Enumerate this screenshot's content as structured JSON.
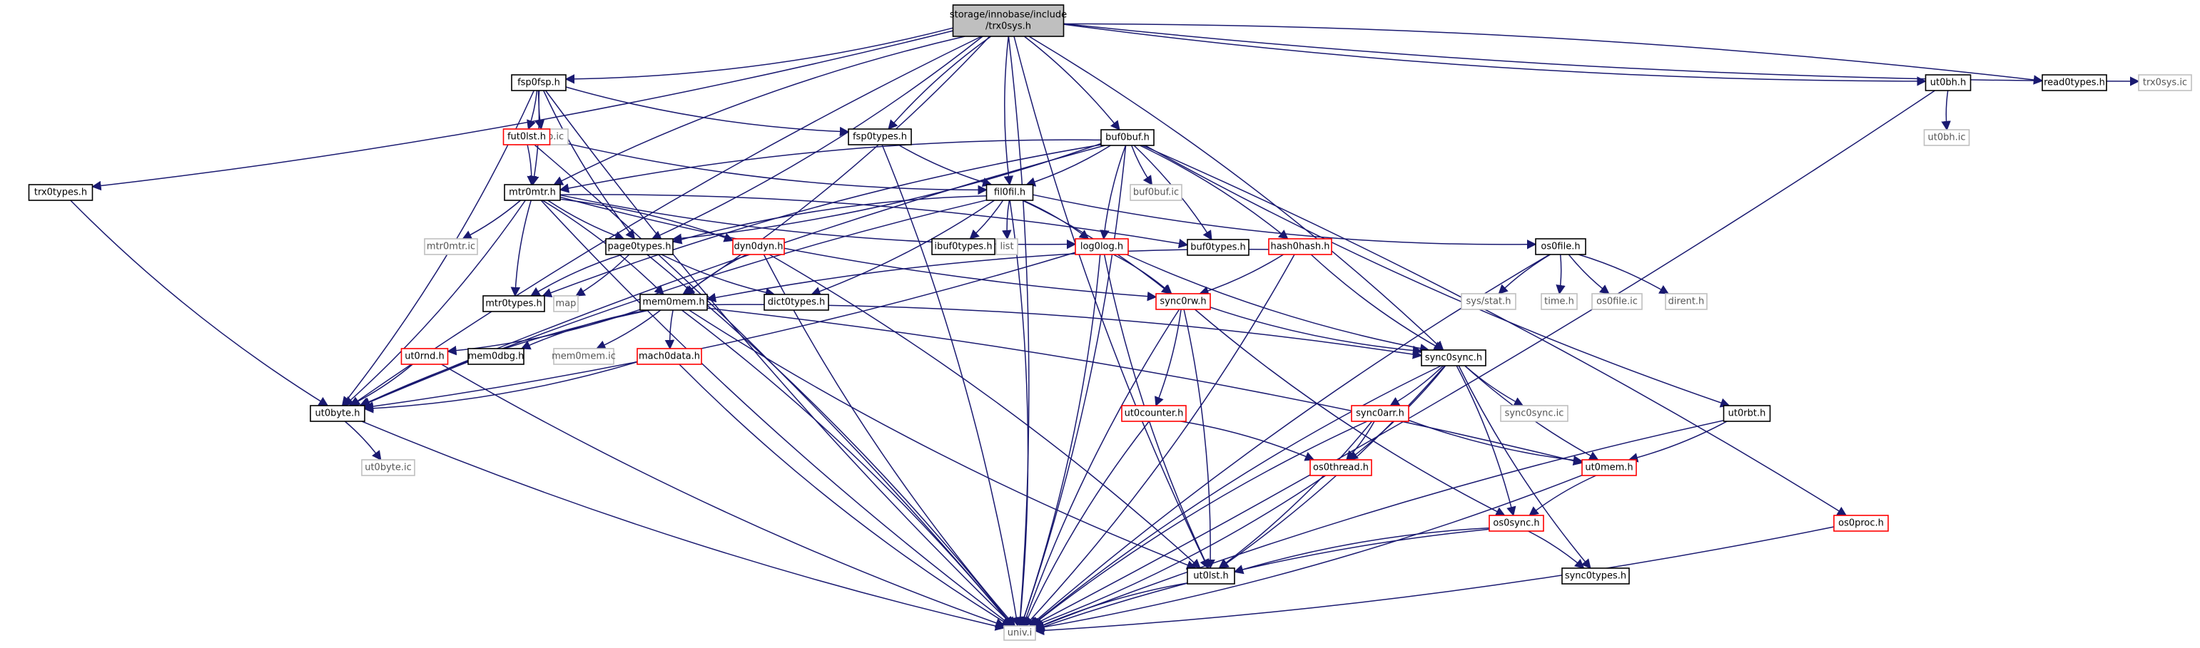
{
  "graph": {
    "nodes": [
      {
        "id": "trx0sys_h",
        "label": "storage/innobase/include\n/trx0sys.h",
        "style": "root"
      },
      {
        "id": "fsp0fsp_h",
        "label": "fsp0fsp.h",
        "style": "normal"
      },
      {
        "id": "fsp0fsp_ic",
        "label": "fsp0fsp.ic",
        "style": "ghost"
      },
      {
        "id": "fut0lst_h",
        "label": "fut0lst.h",
        "style": "red"
      },
      {
        "id": "fsp0types_h",
        "label": "fsp0types.h",
        "style": "normal"
      },
      {
        "id": "buf0buf_h",
        "label": "buf0buf.h",
        "style": "normal"
      },
      {
        "id": "ut0bh_h",
        "label": "ut0bh.h",
        "style": "normal"
      },
      {
        "id": "read0types_h",
        "label": "read0types.h",
        "style": "normal"
      },
      {
        "id": "trx0sys_ic",
        "label": "trx0sys.ic",
        "style": "ghost"
      },
      {
        "id": "ut0bh_ic",
        "label": "ut0bh.ic",
        "style": "ghost"
      },
      {
        "id": "trx0types_h",
        "label": "trx0types.h",
        "style": "normal"
      },
      {
        "id": "mtr0mtr_h",
        "label": "mtr0mtr.h",
        "style": "normal"
      },
      {
        "id": "buf0buf_ic",
        "label": "buf0buf.ic",
        "style": "ghost"
      },
      {
        "id": "fil0fil_h",
        "label": "fil0fil.h",
        "style": "normal"
      },
      {
        "id": "hash0hash_h",
        "label": "hash0hash.h",
        "style": "red"
      },
      {
        "id": "mtr0mtr_ic",
        "label": "mtr0mtr.ic",
        "style": "ghost"
      },
      {
        "id": "page0types_h",
        "label": "page0types.h",
        "style": "normal"
      },
      {
        "id": "dyn0dyn_h",
        "label": "dyn0dyn.h",
        "style": "red"
      },
      {
        "id": "ibuf0types_h",
        "label": "ibuf0types.h",
        "style": "normal"
      },
      {
        "id": "list",
        "label": "list",
        "style": "ghost"
      },
      {
        "id": "log0log_h",
        "label": "log0log.h",
        "style": "red"
      },
      {
        "id": "buf0types_h",
        "label": "buf0types.h",
        "style": "normal"
      },
      {
        "id": "os0file_h",
        "label": "os0file.h",
        "style": "normal"
      },
      {
        "id": "mtr0types_h",
        "label": "mtr0types.h",
        "style": "normal"
      },
      {
        "id": "map",
        "label": "map",
        "style": "ghost"
      },
      {
        "id": "mem0mem_h",
        "label": "mem0mem.h",
        "style": "normal"
      },
      {
        "id": "dict0types_h",
        "label": "dict0types.h",
        "style": "normal"
      },
      {
        "id": "sync0rw_h",
        "label": "sync0rw.h",
        "style": "red"
      },
      {
        "id": "sys_stat_h",
        "label": "sys/stat.h",
        "style": "ghost"
      },
      {
        "id": "time_h",
        "label": "time.h",
        "style": "ghost"
      },
      {
        "id": "os0file_ic",
        "label": "os0file.ic",
        "style": "ghost"
      },
      {
        "id": "dirent_h",
        "label": "dirent.h",
        "style": "ghost"
      },
      {
        "id": "ut0rnd_h",
        "label": "ut0rnd.h",
        "style": "red"
      },
      {
        "id": "mem0dbg_h",
        "label": "mem0dbg.h",
        "style": "normal"
      },
      {
        "id": "mem0mem_ic",
        "label": "mem0mem.ic",
        "style": "ghost"
      },
      {
        "id": "mach0data_h",
        "label": "mach0data.h",
        "style": "red"
      },
      {
        "id": "sync0sync_h",
        "label": "sync0sync.h",
        "style": "normal"
      },
      {
        "id": "ut0byte_h",
        "label": "ut0byte.h",
        "style": "normal"
      },
      {
        "id": "ut0counter_h",
        "label": "ut0counter.h",
        "style": "red"
      },
      {
        "id": "sync0arr_h",
        "label": "sync0arr.h",
        "style": "red"
      },
      {
        "id": "sync0sync_ic",
        "label": "sync0sync.ic",
        "style": "ghost"
      },
      {
        "id": "ut0rbt_h",
        "label": "ut0rbt.h",
        "style": "normal"
      },
      {
        "id": "ut0byte_ic",
        "label": "ut0byte.ic",
        "style": "ghost"
      },
      {
        "id": "os0thread_h",
        "label": "os0thread.h",
        "style": "red"
      },
      {
        "id": "ut0mem_h",
        "label": "ut0mem.h",
        "style": "red"
      },
      {
        "id": "os0sync_h",
        "label": "os0sync.h",
        "style": "red"
      },
      {
        "id": "os0proc_h",
        "label": "os0proc.h",
        "style": "red"
      },
      {
        "id": "ut0lst_h",
        "label": "ut0lst.h",
        "style": "normal"
      },
      {
        "id": "sync0types_h",
        "label": "sync0types.h",
        "style": "normal"
      },
      {
        "id": "univ_i",
        "label": "univ.i",
        "style": "ghost"
      }
    ],
    "edges": [
      [
        "trx0sys_h",
        "fsp0fsp_h"
      ],
      [
        "trx0sys_h",
        "fsp0types_h"
      ],
      [
        "trx0sys_h",
        "buf0buf_h"
      ],
      [
        "trx0sys_h",
        "ut0bh_h"
      ],
      [
        "trx0sys_h",
        "read0types_h"
      ],
      [
        "trx0sys_h",
        "trx0sys_ic"
      ],
      [
        "trx0sys_h",
        "trx0types_h"
      ],
      [
        "trx0sys_h",
        "mtr0mtr_h"
      ],
      [
        "trx0sys_h",
        "page0types_h"
      ],
      [
        "trx0sys_h",
        "fil0fil_h"
      ],
      [
        "trx0sys_h",
        "mem0mem_h"
      ],
      [
        "trx0sys_h",
        "ut0byte_h"
      ],
      [
        "trx0sys_h",
        "sync0sync_h"
      ],
      [
        "trx0sys_h",
        "ut0lst_h"
      ],
      [
        "trx0sys_h",
        "univ_i"
      ],
      [
        "fsp0fsp_h",
        "fsp0fsp_ic"
      ],
      [
        "fsp0fsp_h",
        "fut0lst_h"
      ],
      [
        "fsp0fsp_h",
        "fsp0types_h"
      ],
      [
        "fsp0fsp_h",
        "mtr0mtr_h"
      ],
      [
        "fsp0fsp_h",
        "page0types_h"
      ],
      [
        "fsp0fsp_h",
        "ut0byte_h"
      ],
      [
        "fsp0fsp_h",
        "univ_i"
      ],
      [
        "fut0lst_h",
        "mtr0mtr_h"
      ],
      [
        "fut0lst_h",
        "fil0fil_h"
      ],
      [
        "fut0lst_h",
        "univ_i"
      ],
      [
        "fsp0types_h",
        "fil0fil_h"
      ],
      [
        "fsp0types_h",
        "univ_i"
      ],
      [
        "buf0buf_h",
        "buf0buf_ic"
      ],
      [
        "buf0buf_h",
        "fil0fil_h"
      ],
      [
        "buf0buf_h",
        "mtr0mtr_h"
      ],
      [
        "buf0buf_h",
        "hash0hash_h"
      ],
      [
        "buf0buf_h",
        "log0log_h"
      ],
      [
        "buf0buf_h",
        "buf0types_h"
      ],
      [
        "buf0buf_h",
        "ut0rbt_h"
      ],
      [
        "buf0buf_h",
        "os0proc_h"
      ],
      [
        "buf0buf_h",
        "mtr0types_h"
      ],
      [
        "buf0buf_h",
        "page0types_h"
      ],
      [
        "buf0buf_h",
        "ut0byte_h"
      ],
      [
        "buf0buf_h",
        "univ_i"
      ],
      [
        "ut0bh_h",
        "ut0bh_ic"
      ],
      [
        "ut0bh_h",
        "univ_i"
      ],
      [
        "trx0types_h",
        "ut0byte_h"
      ],
      [
        "mtr0mtr_h",
        "mtr0mtr_ic"
      ],
      [
        "mtr0mtr_h",
        "page0types_h"
      ],
      [
        "mtr0mtr_h",
        "dyn0dyn_h"
      ],
      [
        "mtr0mtr_h",
        "log0log_h"
      ],
      [
        "mtr0mtr_h",
        "buf0types_h"
      ],
      [
        "mtr0mtr_h",
        "mtr0types_h"
      ],
      [
        "mtr0mtr_h",
        "mem0mem_h"
      ],
      [
        "mtr0mtr_h",
        "sync0rw_h"
      ],
      [
        "mtr0mtr_h",
        "ut0byte_h"
      ],
      [
        "mtr0mtr_h",
        "univ_i"
      ],
      [
        "fil0fil_h",
        "ibuf0types_h"
      ],
      [
        "fil0fil_h",
        "list"
      ],
      [
        "fil0fil_h",
        "log0log_h"
      ],
      [
        "fil0fil_h",
        "os0file_h"
      ],
      [
        "fil0fil_h",
        "dict0types_h"
      ],
      [
        "fil0fil_h",
        "page0types_h"
      ],
      [
        "fil0fil_h",
        "sync0rw_h"
      ],
      [
        "fil0fil_h",
        "ut0byte_h"
      ],
      [
        "fil0fil_h",
        "univ_i"
      ],
      [
        "hash0hash_h",
        "mem0mem_h"
      ],
      [
        "hash0hash_h",
        "sync0rw_h"
      ],
      [
        "hash0hash_h",
        "sync0sync_h"
      ],
      [
        "hash0hash_h",
        "univ_i"
      ],
      [
        "page0types_h",
        "mtr0types_h"
      ],
      [
        "page0types_h",
        "map"
      ],
      [
        "page0types_h",
        "dict0types_h"
      ],
      [
        "page0types_h",
        "univ_i"
      ],
      [
        "dyn0dyn_h",
        "mem0mem_h"
      ],
      [
        "dyn0dyn_h",
        "ut0lst_h"
      ],
      [
        "dyn0dyn_h",
        "univ_i"
      ],
      [
        "log0log_h",
        "sync0rw_h"
      ],
      [
        "log0log_h",
        "sync0sync_h"
      ],
      [
        "log0log_h",
        "ut0byte_h"
      ],
      [
        "log0log_h",
        "ut0lst_h"
      ],
      [
        "log0log_h",
        "univ_i"
      ],
      [
        "os0file_h",
        "sys_stat_h"
      ],
      [
        "os0file_h",
        "time_h"
      ],
      [
        "os0file_h",
        "os0file_ic"
      ],
      [
        "os0file_h",
        "dirent_h"
      ],
      [
        "os0file_h",
        "univ_i"
      ],
      [
        "mem0mem_h",
        "ut0rnd_h"
      ],
      [
        "mem0mem_h",
        "mem0dbg_h"
      ],
      [
        "mem0mem_h",
        "mem0mem_ic"
      ],
      [
        "mem0mem_h",
        "mach0data_h"
      ],
      [
        "mem0mem_h",
        "sync0sync_h"
      ],
      [
        "mem0mem_h",
        "ut0byte_h"
      ],
      [
        "mem0mem_h",
        "ut0mem_h"
      ],
      [
        "mem0mem_h",
        "ut0lst_h"
      ],
      [
        "mem0mem_h",
        "univ_i"
      ],
      [
        "sync0rw_h",
        "sync0sync_h"
      ],
      [
        "sync0rw_h",
        "ut0counter_h"
      ],
      [
        "sync0rw_h",
        "os0sync_h"
      ],
      [
        "sync0rw_h",
        "ut0lst_h"
      ],
      [
        "sync0rw_h",
        "univ_i"
      ],
      [
        "ut0rnd_h",
        "ut0byte_h"
      ],
      [
        "ut0rnd_h",
        "univ_i"
      ],
      [
        "mach0data_h",
        "ut0byte_h"
      ],
      [
        "mach0data_h",
        "univ_i"
      ],
      [
        "sync0sync_h",
        "sync0arr_h"
      ],
      [
        "sync0sync_h",
        "sync0sync_ic"
      ],
      [
        "sync0sync_h",
        "os0thread_h"
      ],
      [
        "sync0sync_h",
        "ut0mem_h"
      ],
      [
        "sync0sync_h",
        "os0sync_h"
      ],
      [
        "sync0sync_h",
        "sync0types_h"
      ],
      [
        "sync0sync_h",
        "ut0lst_h"
      ],
      [
        "sync0sync_h",
        "univ_i"
      ],
      [
        "ut0byte_h",
        "ut0byte_ic"
      ],
      [
        "ut0byte_h",
        "univ_i"
      ],
      [
        "ut0counter_h",
        "os0thread_h"
      ],
      [
        "ut0counter_h",
        "univ_i"
      ],
      [
        "sync0arr_h",
        "os0thread_h"
      ],
      [
        "sync0arr_h",
        "ut0mem_h"
      ],
      [
        "sync0arr_h",
        "ut0lst_h"
      ],
      [
        "sync0arr_h",
        "univ_i"
      ],
      [
        "ut0rbt_h",
        "ut0mem_h"
      ],
      [
        "ut0rbt_h",
        "univ_i"
      ],
      [
        "os0thread_h",
        "univ_i"
      ],
      [
        "ut0mem_h",
        "os0sync_h"
      ],
      [
        "ut0mem_h",
        "univ_i"
      ],
      [
        "os0sync_h",
        "ut0lst_h"
      ],
      [
        "os0sync_h",
        "sync0types_h"
      ],
      [
        "os0sync_h",
        "univ_i"
      ],
      [
        "os0proc_h",
        "univ_i"
      ],
      [
        "ut0lst_h",
        "univ_i"
      ]
    ]
  }
}
